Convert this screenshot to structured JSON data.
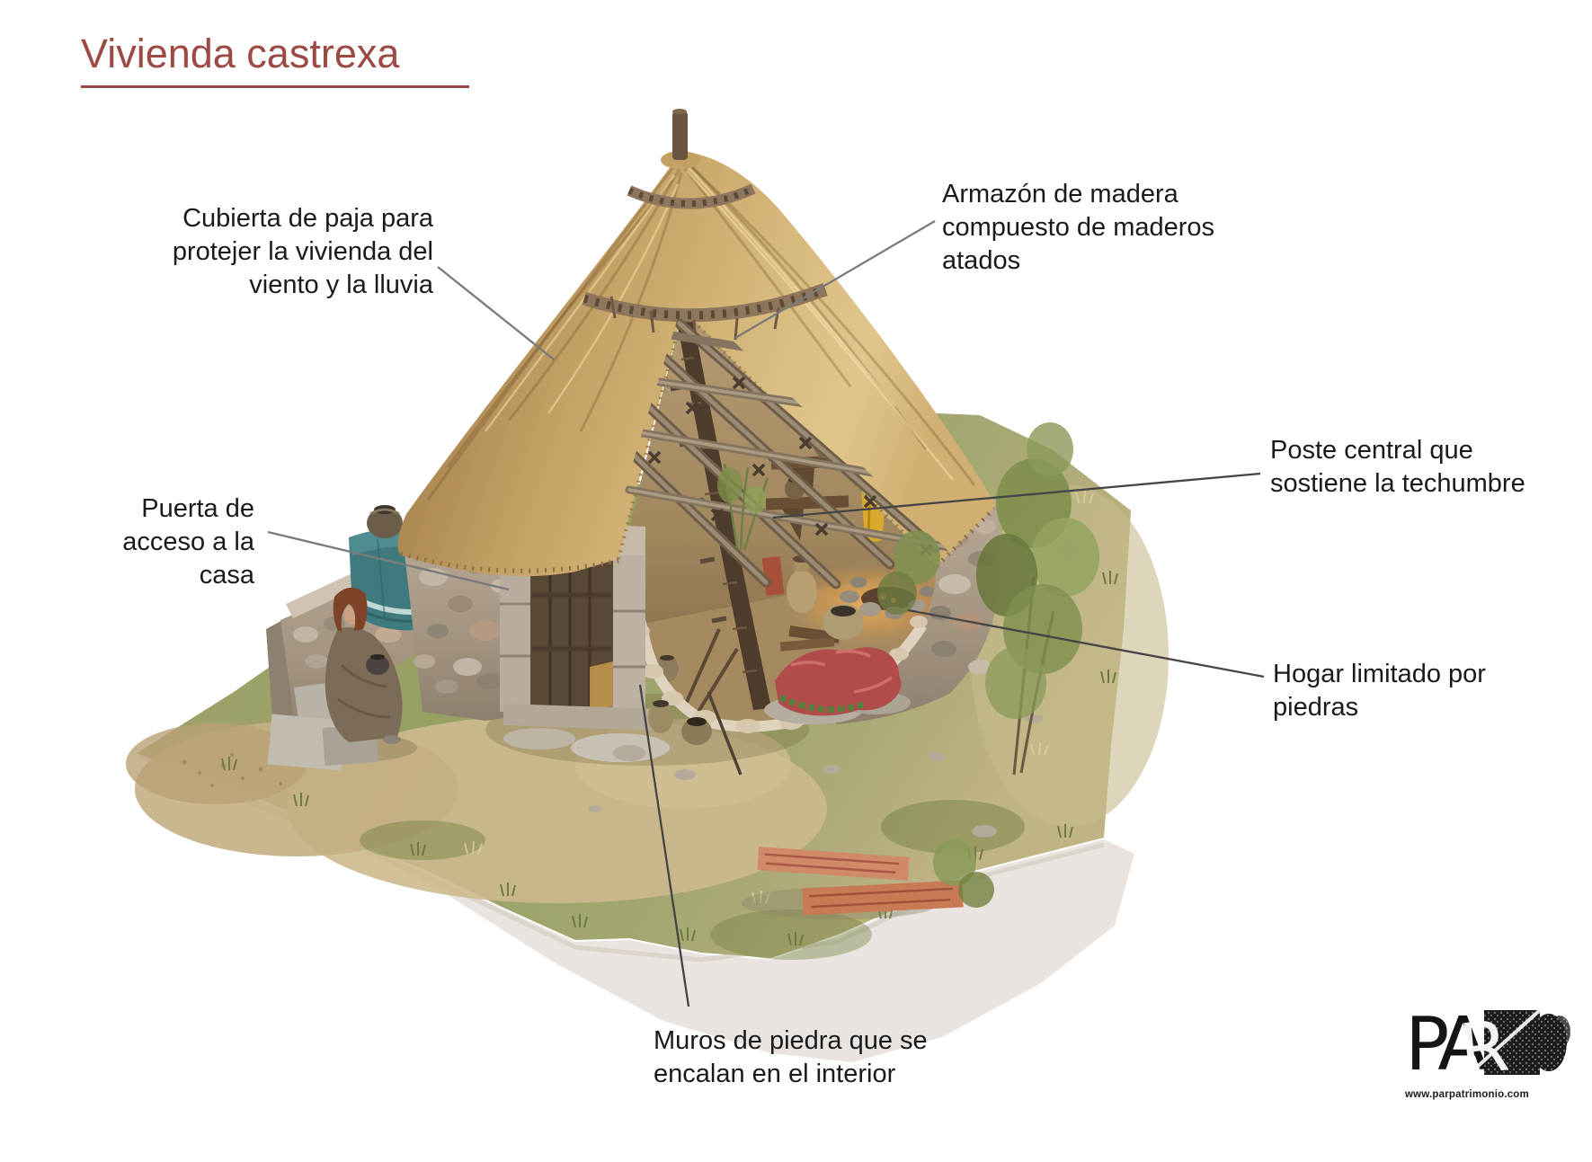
{
  "title": "Vivienda castrexa",
  "labels": {
    "cubierta": {
      "lines": [
        "Cubierta de paja para",
        "protejer la vivienda del",
        "viento y la lluvia"
      ]
    },
    "armazon": {
      "lines": [
        "Armazón de madera",
        "compuesto de maderos",
        "atados"
      ]
    },
    "poste": {
      "lines": [
        "Poste central que",
        "sostiene la techumbre"
      ]
    },
    "puerta": {
      "lines": [
        "Puerta de",
        "acceso a la",
        "casa"
      ]
    },
    "hogar": {
      "lines": [
        "Hogar limitado por",
        "piedras"
      ]
    },
    "muros": {
      "lines": [
        "Muros de piedra que se",
        "encalan en el interior"
      ]
    }
  },
  "logo": {
    "text": "PAR",
    "url": "www.parpatrimonio.com"
  },
  "colors": {
    "background": "#ffffff",
    "title-color": "#9c4a46",
    "label-color": "#1a1a1a",
    "leader-gray": "#7a7a7a",
    "leader-dark": "#454545",
    "thatch": "#c7a668",
    "thatch-shadow": "#8d6e41",
    "stone-wall": "#aa9c8c",
    "interior-wall": "#b59a72",
    "teal-cloth": "#3f7a7e",
    "red-blanket": "#b24c4a",
    "grass": "#97a065",
    "dirt": "#c9b489",
    "base-platform": "#e9e4df"
  }
}
